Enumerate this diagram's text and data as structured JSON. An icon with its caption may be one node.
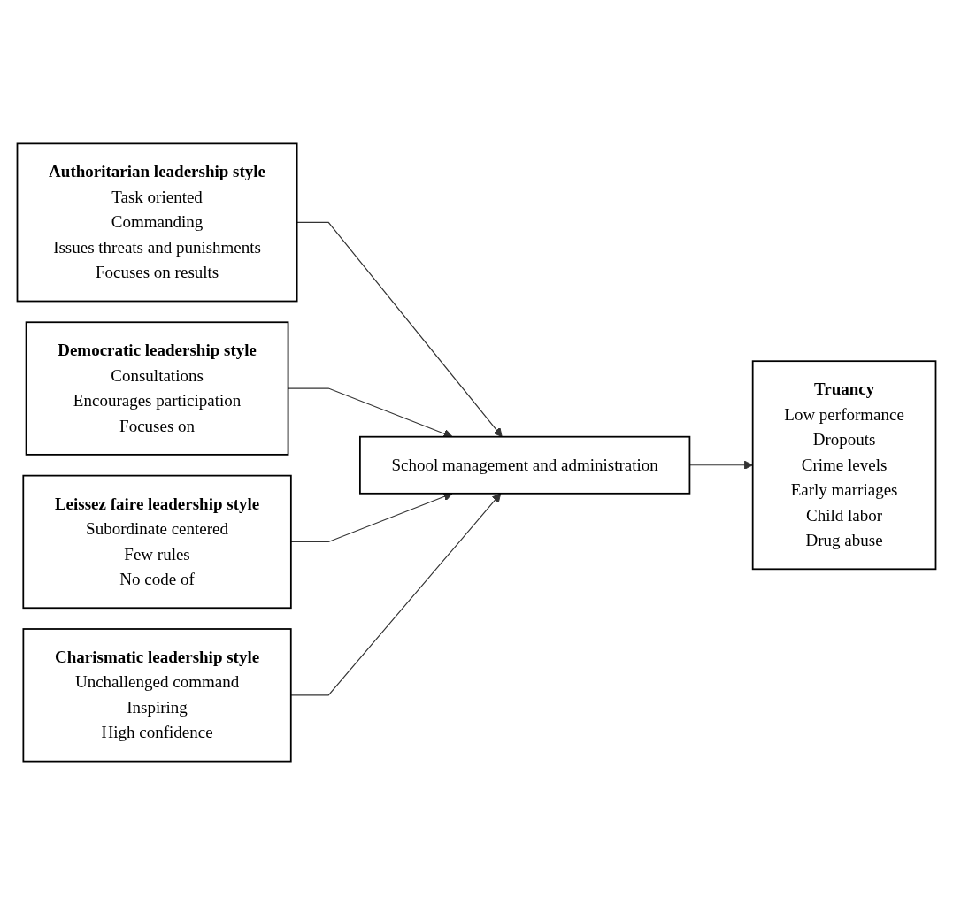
{
  "diagram": {
    "nodes": [
      {
        "text": [
          "Authoritarian leadership style",
          "Task oriented",
          "Commanding",
          "Issues threats and punishments",
          "Focuses on results"
        ]
      },
      {
        "text": [
          "Democratic leadership style",
          "Consultations",
          "Encourages participation",
          "Focuses on"
        ]
      },
      {
        "text": [
          "Leissez faire leadership style",
          "Subordinate centered",
          "Few rules",
          "No code of"
        ]
      },
      {
        "text": [
          "Charismatic leadership style",
          "Unchallenged command",
          "Inspiring",
          "High confidence"
        ]
      },
      {
        "text": [
          "School management and administration"
        ]
      },
      {
        "text": [
          "Truancy",
          "Low performance",
          "Dropouts",
          "Crime levels",
          "Early marriages",
          "Child labor",
          "Drug abuse"
        ]
      }
    ],
    "edges": [
      {
        "from": 0,
        "to": 4,
        "arrow": "to"
      },
      {
        "from": 1,
        "to": 4,
        "arrow": "to"
      },
      {
        "from": 2,
        "to": 4,
        "arrow": "to"
      },
      {
        "from": 3,
        "to": 4,
        "arrow": "to"
      },
      {
        "from": 4,
        "to": 5,
        "arrow": "to"
      }
    ]
  }
}
